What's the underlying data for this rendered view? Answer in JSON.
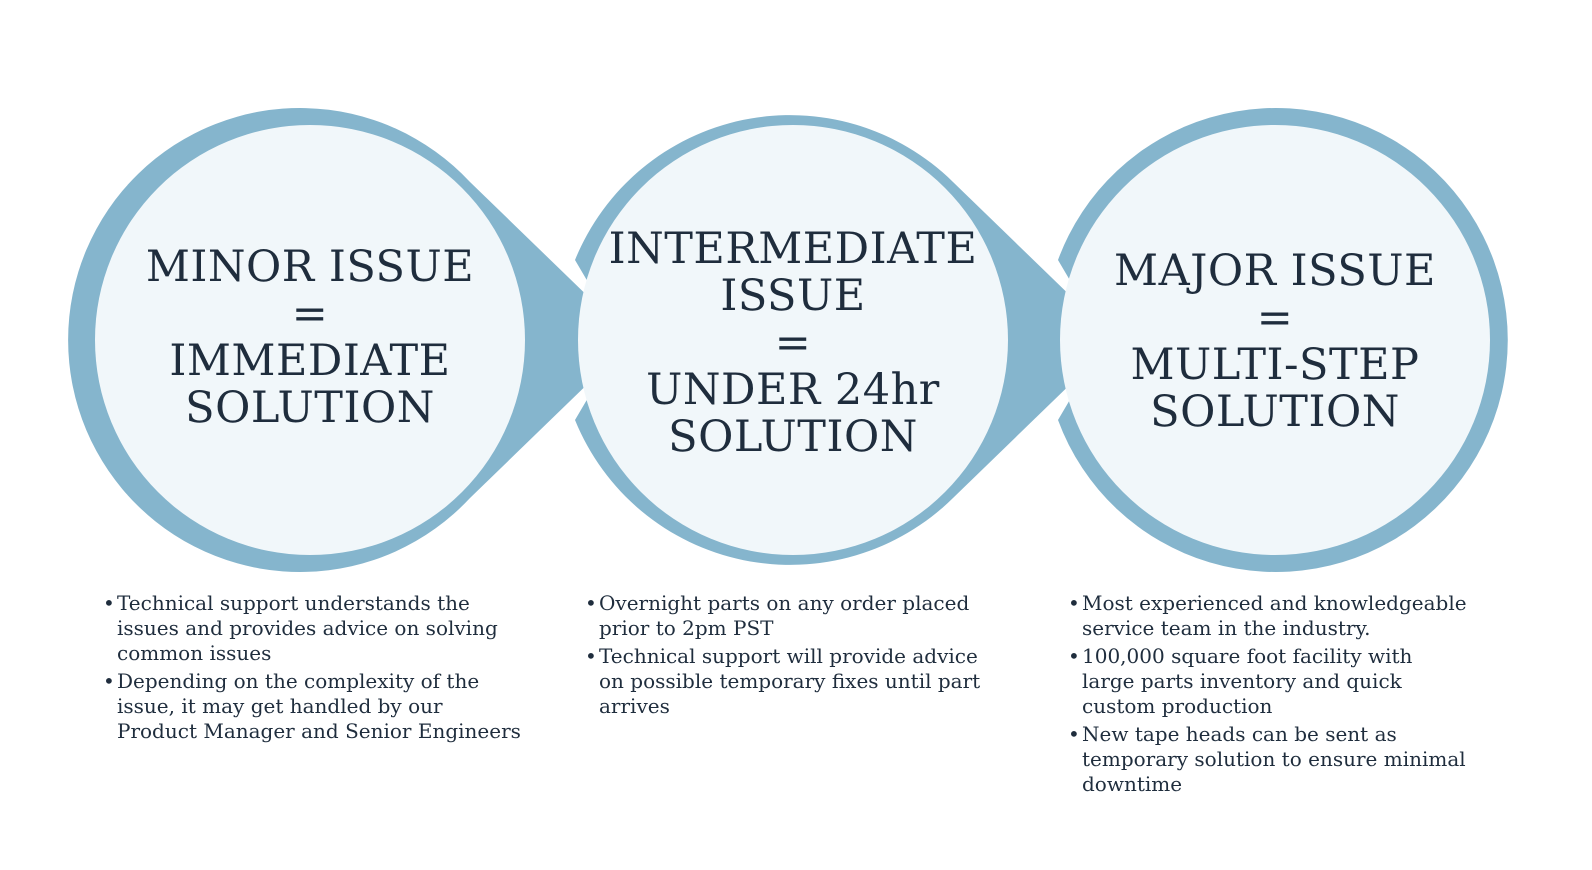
{
  "colors": {
    "ring": "#85b5cd",
    "circle_fill": "#f1f7fa",
    "text": "#1f2d3d"
  },
  "stages": [
    {
      "title_lines": [
        "MINOR ISSUE",
        "=",
        "IMMEDIATE",
        "SOLUTION"
      ],
      "bullets": [
        "Technical support understands the issues and provides advice on solving common issues",
        "Depending on the complexity of the issue, it may get handled by our Product Manager and Senior Engineers"
      ]
    },
    {
      "title_lines": [
        "INTERMEDIATE",
        "ISSUE",
        "=",
        "UNDER 24hr",
        "SOLUTION"
      ],
      "bullets": [
        "Overnight parts on any order placed prior to 2pm PST",
        "Technical support will provide advice on possible temporary fixes until part arrives"
      ]
    },
    {
      "title_lines": [
        "MAJOR ISSUE",
        "=",
        "MULTI-STEP",
        "SOLUTION"
      ],
      "bullets": [
        "Most experienced and knowledgeable service team in the industry.",
        "100,000 square foot facility with large parts inventory and quick custom production",
        "New tape heads can be sent as temporary solution to ensure minimal downtime"
      ]
    }
  ]
}
